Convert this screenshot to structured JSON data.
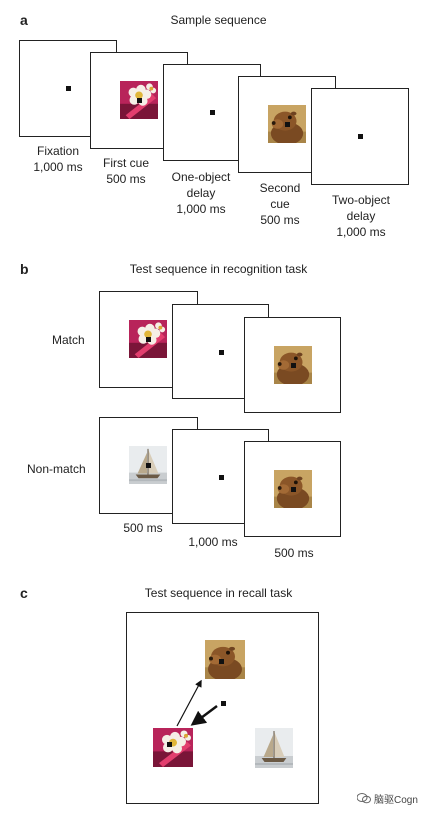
{
  "panel_a": {
    "letter": "a",
    "title": "Sample sequence",
    "labels": {
      "fixation": [
        "Fixation",
        "1,000 ms"
      ],
      "first_cue": [
        "First cue",
        "500 ms"
      ],
      "one_object_delay": [
        "One-object",
        "delay",
        "1,000 ms"
      ],
      "second_cue": [
        "Second",
        "cue",
        "500 ms"
      ],
      "two_object_delay": [
        "Two-object",
        "delay",
        "1,000 ms"
      ]
    }
  },
  "panel_b": {
    "letter": "b",
    "title": "Test sequence in recognition task",
    "row_match": "Match",
    "row_nonmatch": "Non-match",
    "time_first": "500 ms",
    "time_second": "1,000 ms",
    "time_third": "500 ms"
  },
  "panel_c": {
    "letter": "c",
    "title": "Test sequence in recall task"
  },
  "watermark": {
    "text": "脑驱Cogn",
    "icon": "wechat-icon"
  },
  "colors": {
    "frame_border": "#222222",
    "fixation_dot": "#111111",
    "arrow": "#111111"
  }
}
